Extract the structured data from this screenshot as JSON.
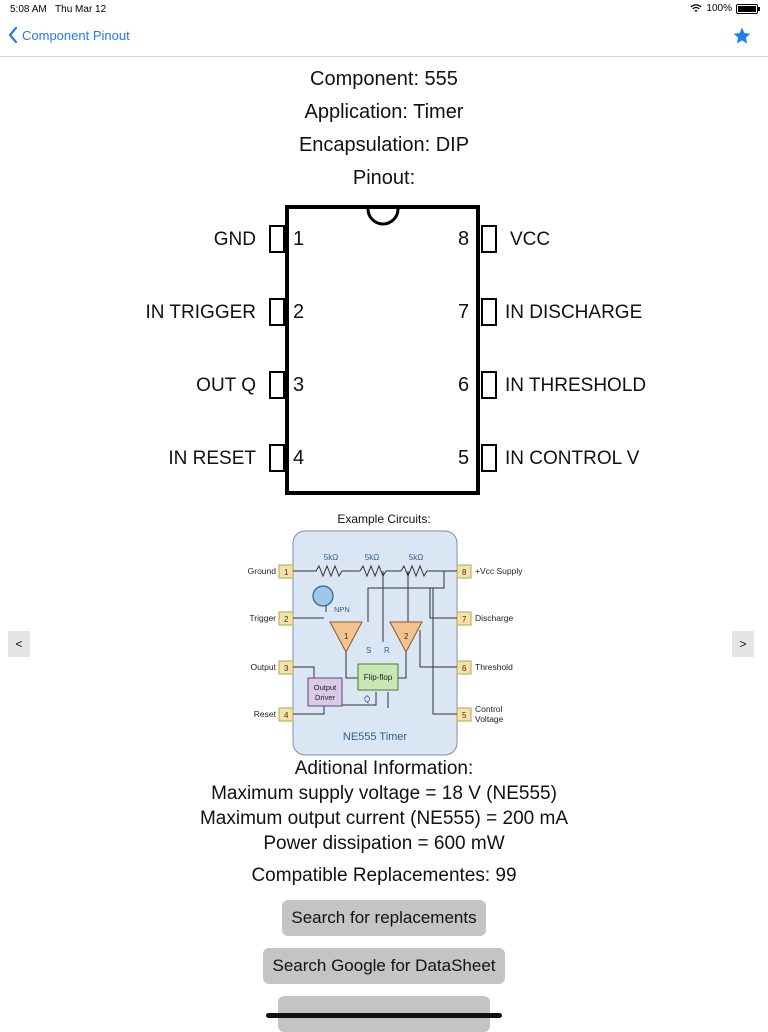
{
  "status": {
    "time": "5:08 AM",
    "date": "Thu Mar 12",
    "battery": "100%"
  },
  "nav": {
    "back_label": "Component Pinout"
  },
  "component": {
    "name": "Component: 555",
    "application": "Application: Timer",
    "encapsulation": "Encapsulation: DIP",
    "pinout_label": "Pinout:"
  },
  "pins": {
    "left": [
      {
        "num": "1",
        "label": "GND"
      },
      {
        "num": "2",
        "label": "IN TRIGGER"
      },
      {
        "num": "3",
        "label": "OUT Q"
      },
      {
        "num": "4",
        "label": "IN RESET"
      }
    ],
    "right": [
      {
        "num": "8",
        "label": "VCC"
      },
      {
        "num": "7",
        "label": "IN DISCHARGE"
      },
      {
        "num": "6",
        "label": "IN THRESHOLD"
      },
      {
        "num": "5",
        "label": "IN CONTROL V"
      }
    ]
  },
  "example": {
    "title": "Example Circuits:",
    "left_labels": [
      "Ground",
      "Trigger",
      "Output",
      "Reset"
    ],
    "right_labels": [
      "+Vcc Supply",
      "Discharge",
      "Threshold",
      "Control",
      "Voltage"
    ],
    "left_nums": [
      "1",
      "2",
      "3",
      "4"
    ],
    "right_nums": [
      "8",
      "7",
      "6",
      "5"
    ],
    "resistors": [
      "5kΩ",
      "5kΩ",
      "5kΩ"
    ],
    "npn": "NPN",
    "comp1": "1",
    "comp2": "2",
    "s": "S",
    "r": "R",
    "flipflop": "Flip-flop",
    "qbar": "Q̄",
    "output_driver_1": "Output",
    "output_driver_2": "Driver",
    "chip_name": "NE555 Timer",
    "prev": "<",
    "next": ">"
  },
  "additional": {
    "title": "Aditional Information:",
    "lines": [
      "Maximum supply voltage = 18 V (NE555)",
      "Maximum output current (NE555) = 200 mA",
      "Power dissipation = 600 mW"
    ],
    "replacements": "Compatible Replacementes: 99"
  },
  "buttons": {
    "search_replacements": "Search for replacements",
    "search_google": "Search Google for DataSheet"
  },
  "colors": {
    "accent": "#1e7cf2",
    "button_bg": "#c4c4c4",
    "chip_bg": "#dbe6f4",
    "pin_bg": "#f5e3a6"
  }
}
